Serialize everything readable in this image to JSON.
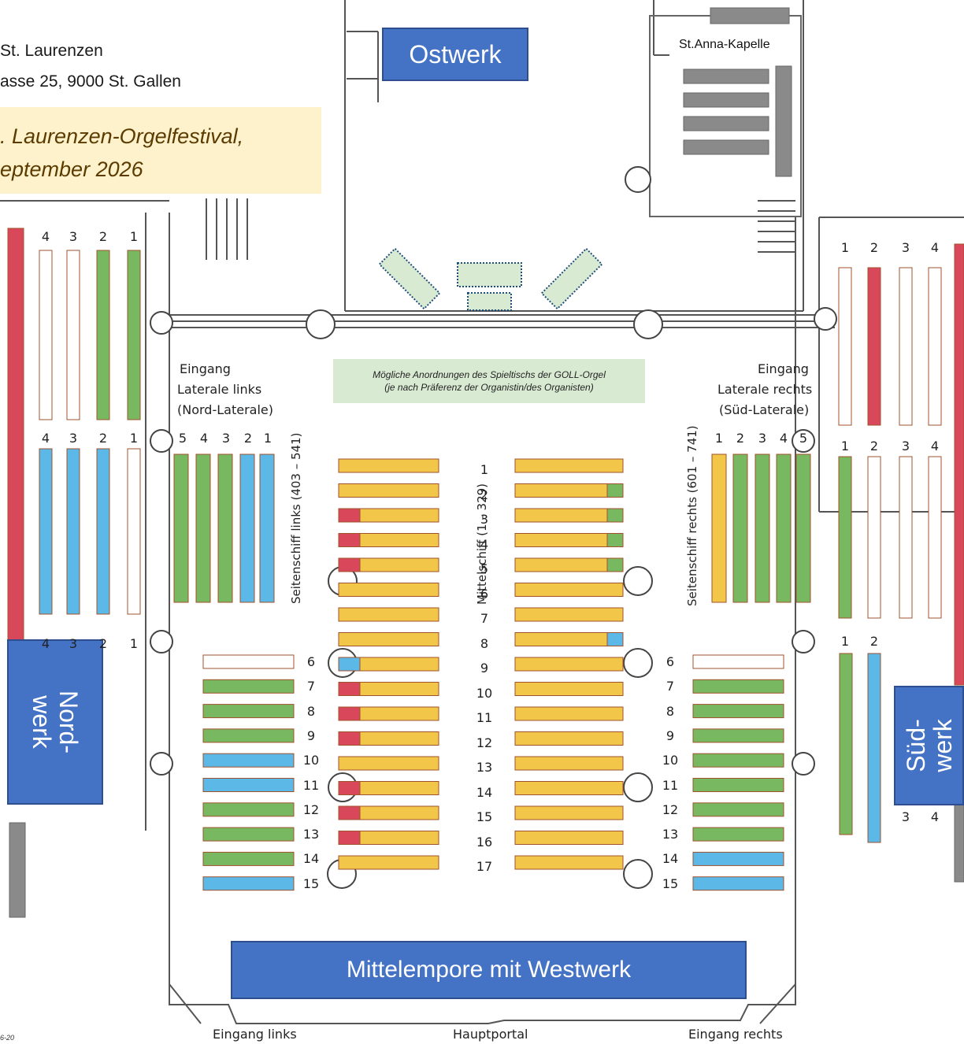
{
  "header": {
    "line1": "St. Laurenzen",
    "line2": "asse 25, 9000 St. Gallen",
    "festival_line1": ". Laurenzen-Orgelfestival,",
    "festival_line2": "eptember 2026"
  },
  "organs": {
    "ost": "Ostwerk",
    "nord_line1": "Nord-",
    "nord_line2": "werk",
    "sued_line1": "Süd-",
    "sued_line2": "werk",
    "mitte": "Mittelempore mit Westwerk"
  },
  "chapel": "St.Anna-Kapelle",
  "console_note": {
    "line1": "Mögliche Anordnungen des Spieltischs der GOLL-Orgel",
    "line2": "(je nach Präferenz der Organistin/des Organisten)"
  },
  "entrances": {
    "left_title": "Eingang",
    "left_sub1": "Laterale links",
    "left_sub2": "(Nord-Laterale)",
    "right_title": "Eingang",
    "right_sub1": "Laterale rechts",
    "right_sub2": "(Süd-Laterale)",
    "bottom_left": "Eingang links",
    "bottom_center": "Hauptportal",
    "bottom_right": "Eingang rechts"
  },
  "sections": {
    "left_aisle": "Seitenschiff links (403 – 541)",
    "nave": "Mittelschiff (1 – 329)",
    "right_aisle": "Seitenschiff rechts (601 – 741)"
  },
  "footer_date": "6-20",
  "nave_rows": [
    "1",
    "2",
    "3",
    "4",
    "5",
    "6",
    "7",
    "8",
    "9",
    "10",
    "11",
    "12",
    "13",
    "14",
    "15",
    "16",
    "17"
  ],
  "side_rows": [
    "6",
    "7",
    "8",
    "9",
    "10",
    "11",
    "12",
    "13",
    "14",
    "15"
  ],
  "left_cols": [
    "5",
    "4",
    "3",
    "2",
    "1"
  ],
  "right_cols": [
    "1",
    "2",
    "3",
    "4",
    "5"
  ],
  "nord_cols": [
    "4",
    "3",
    "2",
    "1"
  ],
  "sued_cols": [
    "1",
    "2",
    "3",
    "4"
  ],
  "sued_cols_bottom": [
    "1",
    "2"
  ],
  "sued_cols_bottom2": [
    "3",
    "4"
  ],
  "colors": {
    "yellow": "#f2c649",
    "green": "#78b860",
    "blue": "#5cb8e6",
    "red": "#d9485a",
    "white": "#ffffff",
    "blue_box": "#4472c4"
  }
}
